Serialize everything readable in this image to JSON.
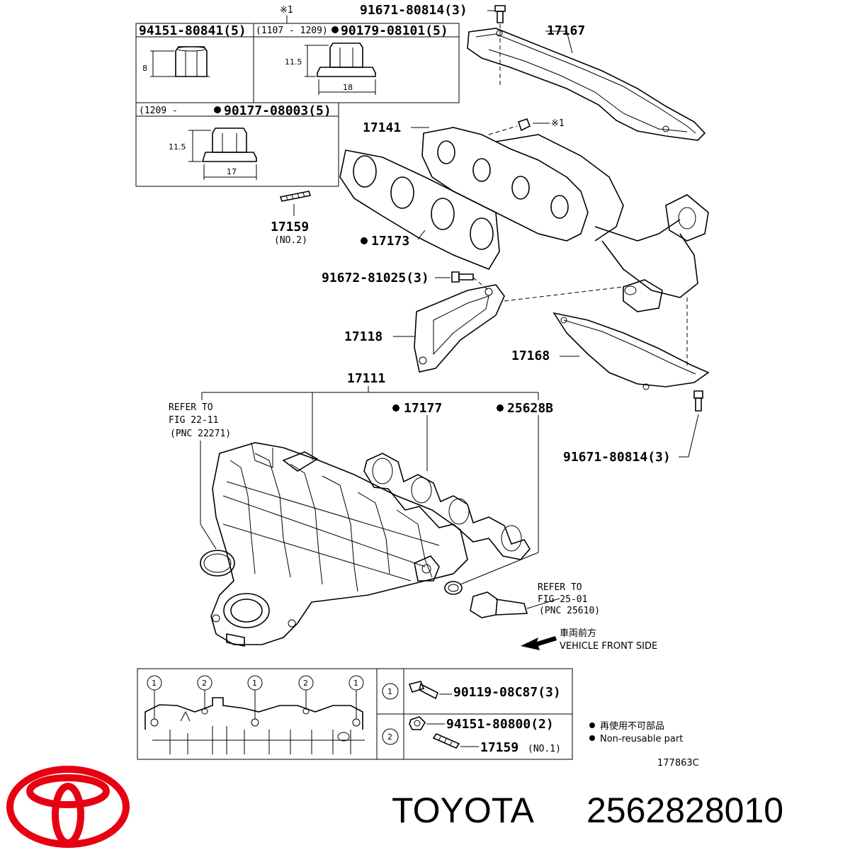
{
  "colors": {
    "logo": "#e60012",
    "line": "#000000"
  },
  "icons": {
    "bullet": "filled-circle",
    "arrow": "front-side-arrow"
  },
  "inset": {
    "nut1_part": "94151-80841(5)",
    "nut2_range": "(1107 - 1209)",
    "nut2_part": "90179-08101(5)",
    "nut3_range": "(1209 -",
    "nut3_part": "90177-08003(5)",
    "ref_mark_top": "※1",
    "dim_8": "8",
    "dim_11_5_a": "11.5",
    "dim_18": "18",
    "dim_11_5_b": "11.5",
    "dim_17": "17"
  },
  "labels": {
    "bolt_top": "91671-80814(3)",
    "p17167": "17167",
    "p17141": "17141",
    "nut_mark": "※1",
    "p17159": "17159",
    "p17159_sub": "(NO.2)",
    "p17173": "17173",
    "bolt_mid": "91672-81025(3)",
    "p17118": "17118",
    "p17168": "17168",
    "p17111": "17111",
    "p17177": "17177",
    "p25628b": "25628B",
    "bolt_low": "91671-80814(3)"
  },
  "refs": {
    "ref1_l1": "REFER TO",
    "ref1_l2": "FIG 22-11",
    "ref1_l3": "(PNC 22271)",
    "ref2_l1": "REFER TO",
    "ref2_l2": "FIG 25-01",
    "ref2_l3": "(PNC 25610)"
  },
  "front": {
    "jp": "車両前方",
    "en": "VEHICLE FRONT SIDE"
  },
  "bottom_table": {
    "seq": [
      "1",
      "2",
      "1",
      "2",
      "1"
    ],
    "row1_key": "1",
    "row1_part": "90119-08C87(3)",
    "row2_key": "2",
    "row2_part": "94151-80800(2)",
    "row2_part2": "17159",
    "row2_part2_sub": "(NO.1)"
  },
  "legend": {
    "jp": "再使用不可部品",
    "en": "Non-reusable part"
  },
  "figure_code": "177863C",
  "brand": {
    "name": "TOYOTA",
    "part_number": "2562828010"
  }
}
